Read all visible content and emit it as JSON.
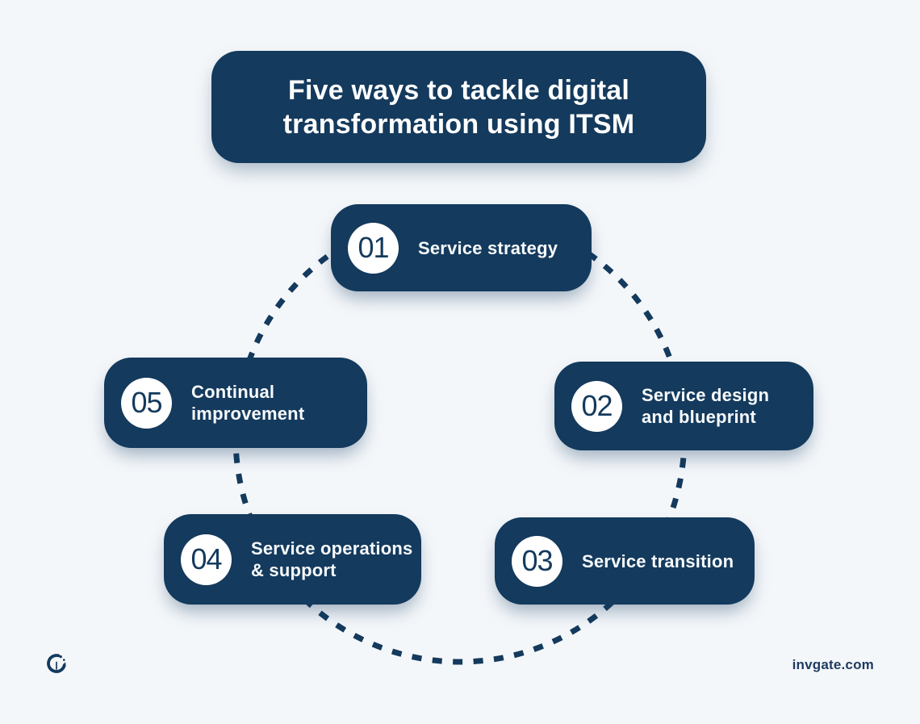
{
  "title": "Five ways to tackle digital\ntransformation using ITSM",
  "steps": [
    {
      "number": "01",
      "label": "Service strategy"
    },
    {
      "number": "02",
      "label": "Service design\nand blueprint"
    },
    {
      "number": "03",
      "label": "Service transition"
    },
    {
      "number": "04",
      "label": "Service operations\n& support"
    },
    {
      "number": "05",
      "label": "Continual\nimprovement"
    }
  ],
  "footer": {
    "site": "invgate.com",
    "logo_icon": "invgate-logo"
  },
  "colors": {
    "navy": "#143A5D",
    "background": "#F4F7FA",
    "badge_white": "#FFFFFF"
  }
}
